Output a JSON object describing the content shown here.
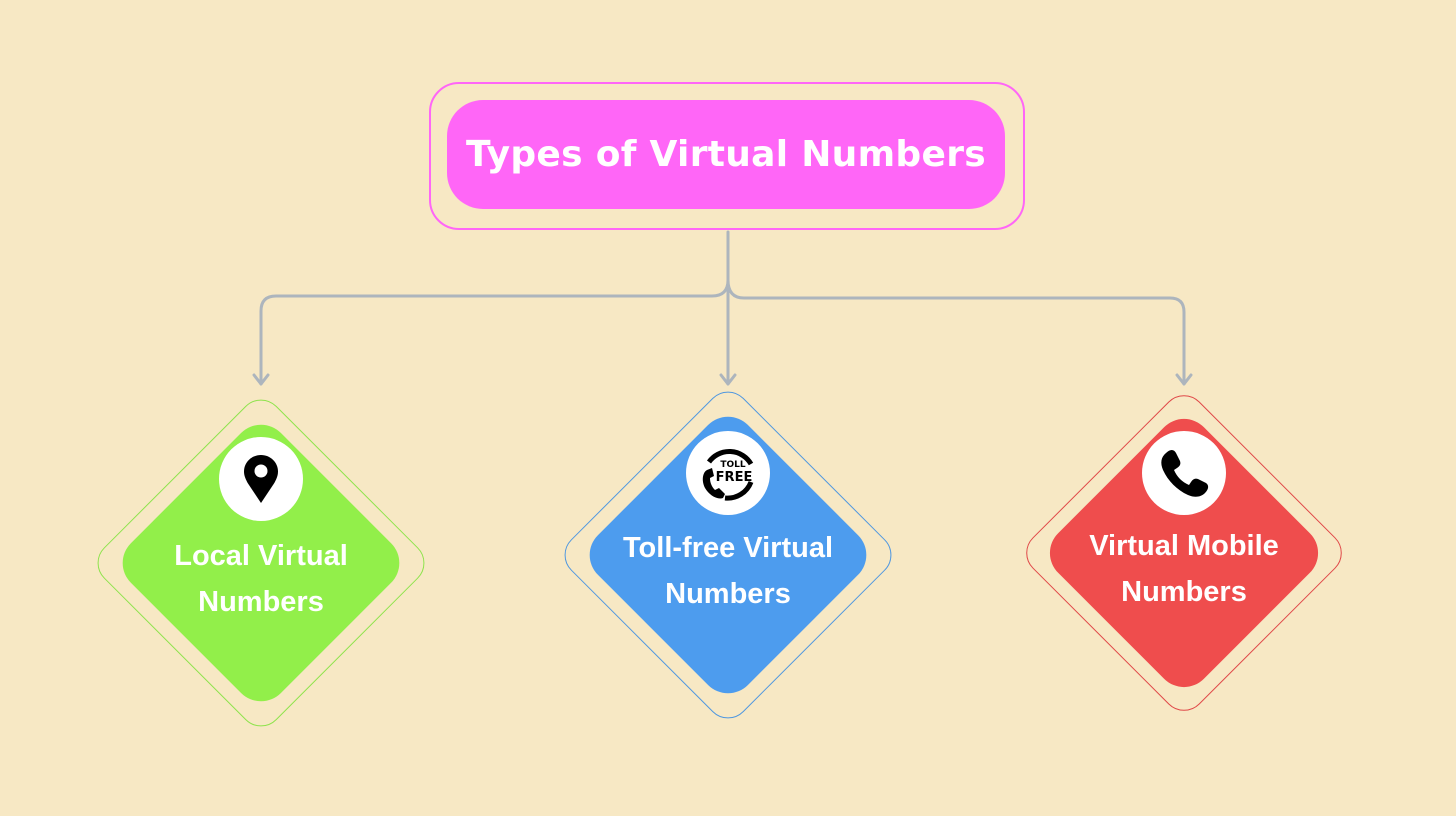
{
  "title": "Types of Virtual Numbers",
  "colors": {
    "background": "#f7e8c4",
    "title": "#ff66f7",
    "connector": "#adb5bd",
    "local": "#92ef4a",
    "local_border": "#8ee34c",
    "tollfree": "#4d9cee",
    "tollfree_border": "#4f97e0",
    "mobile": "#ef4d4d",
    "mobile_border": "#e04848"
  },
  "nodes": [
    {
      "id": "local",
      "icon": "location-pin-icon",
      "line1": "Local Virtual",
      "line2": "Numbers"
    },
    {
      "id": "tollfree",
      "icon": "toll-free-icon",
      "icon_text_top": "TOLL",
      "icon_text_bottom": "FREE",
      "line1": "Toll-free Virtual",
      "line2": "Numbers"
    },
    {
      "id": "mobile",
      "icon": "phone-icon",
      "line1": "Virtual Mobile",
      "line2": "Numbers"
    }
  ]
}
